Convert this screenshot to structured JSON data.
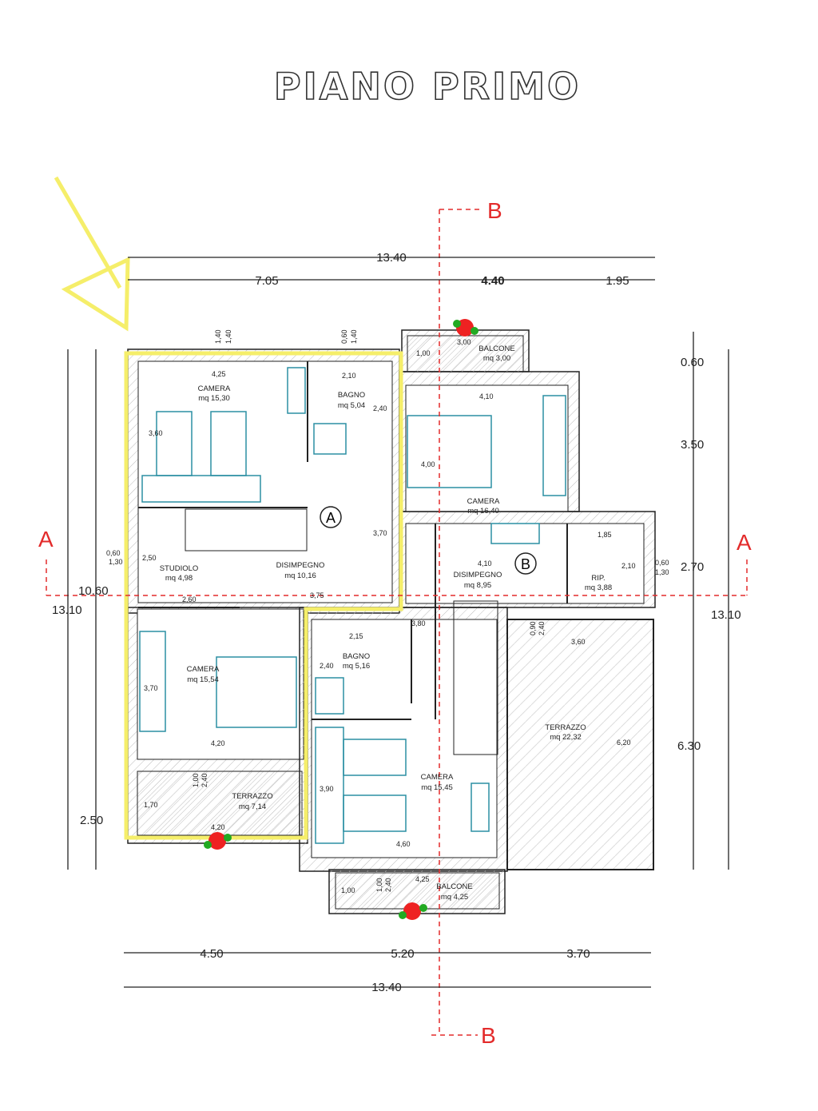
{
  "title": "PIANO PRIMO",
  "sections": {
    "a": "A",
    "b": "B"
  },
  "colors": {
    "section_line": "#e32b2b",
    "highlight": "#f5ee6a",
    "furniture": "#2b8fa3"
  },
  "dimensions": {
    "top_total": "13.40",
    "top_parts": [
      "7.05",
      "4.40",
      "1.95"
    ],
    "bottom_parts": [
      "4.50",
      "5.20",
      "3.70"
    ],
    "bottom_total": "13.40",
    "left": [
      "10.60",
      "13.10",
      "2.50"
    ],
    "right": [
      "0.60",
      "3.50",
      "2.70",
      "13.10",
      "6.30"
    ]
  },
  "rooms": {
    "camera1": {
      "name": "CAMERA",
      "area": "mq 15,30",
      "w": "4,25",
      "h": "3,60"
    },
    "bagno1": {
      "name": "BAGNO",
      "area": "mq 5,04",
      "w": "2,10",
      "h": "2,40"
    },
    "disimpegno_a": {
      "name": "DISIMPEGNO",
      "area": "mq 10,16",
      "w": "3,75",
      "h": "3,70",
      "marker": "A"
    },
    "studiolo": {
      "name": "STUDIOLO",
      "area": "mq 4,98",
      "w": "2,60",
      "h": "2,50"
    },
    "camera2": {
      "name": "CAMERA",
      "area": "mq 15,54",
      "w": "4,20",
      "h": "3,70"
    },
    "terrazzo1": {
      "name": "TERRAZZO",
      "area": "mq 7,14",
      "w": "4,20",
      "h": "1,70"
    },
    "balcone1": {
      "name": "BALCONE",
      "area": "mq 3,00",
      "w": "3,00",
      "h": "1,00"
    },
    "camera3": {
      "name": "CAMERA",
      "area": "mq 16,40",
      "w": "4,10",
      "h": "4,00"
    },
    "disimpegno_b": {
      "name": "DISIMPEGNO",
      "area": "mq 8,95",
      "w": "4,10",
      "h": "3,80",
      "marker": "B"
    },
    "rip": {
      "name": "RIP.",
      "area": "mq 3,88",
      "w": "1,85",
      "h": "2,10"
    },
    "bagno2": {
      "name": "BAGNO",
      "area": "mq 5,16",
      "w": "2,15",
      "h": "2,40"
    },
    "camera4": {
      "name": "CAMERA",
      "area": "mq 15,45",
      "w": "4,60",
      "h": "3,90"
    },
    "terrazzo2": {
      "name": "TERRAZZO",
      "area": "mq 22,32",
      "w": "3,60",
      "h": "6,20"
    },
    "balcone2": {
      "name": "BALCONE",
      "area": "mq 4,25",
      "w": "4,25",
      "h": "1,00"
    }
  },
  "windows": [
    "1,40",
    "1,40",
    "0,60",
    "1,40",
    "0,60",
    "1,30",
    "0,60",
    "1,30",
    "1,00",
    "2,40",
    "0,90",
    "2,40",
    "1,00",
    "2,40"
  ]
}
